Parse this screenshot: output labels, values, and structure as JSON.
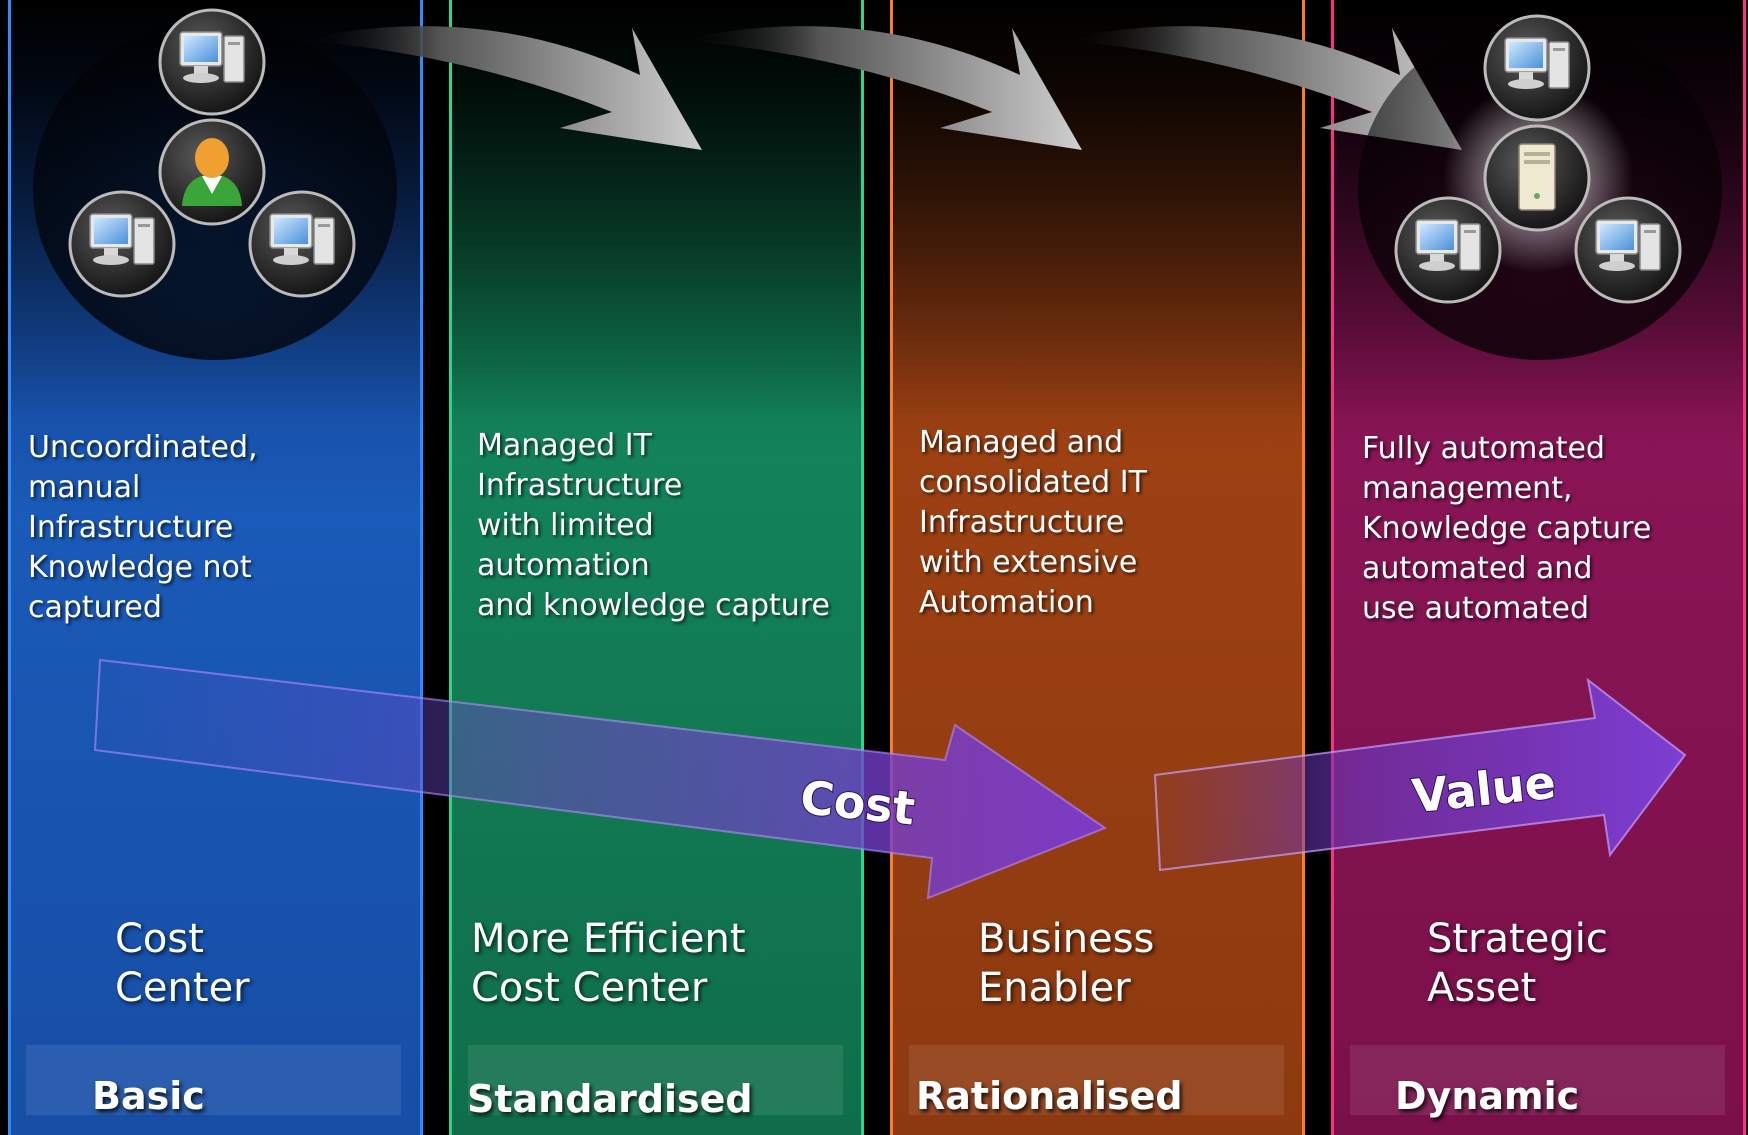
{
  "stages": [
    {
      "id": "basic",
      "description": "Uncoordinated,\nmanual\nInfrastructure\nKnowledge not\ncaptured",
      "role": "Cost\nCenter",
      "level": "Basic",
      "border_color": "#2f8cff"
    },
    {
      "id": "standardised",
      "description": "Managed IT\nInfrastructure\nwith limited\n automation\nand knowledge capture",
      "role": "More Efficient\nCost Center",
      "level": "Standardised",
      "border_color": "#2fd38a"
    },
    {
      "id": "rationalised",
      "description": "Managed and\nconsolidated IT\n Infrastructure\nwith extensive\nAutomation",
      "role": "Business\nEnabler",
      "level": "Rationalised",
      "border_color": "#ff7b2a"
    },
    {
      "id": "dynamic",
      "description": "Fully automated\nmanagement,\nKnowledge capture\nautomated and\nuse automated",
      "role": "Strategic\nAsset",
      "level": "Dynamic",
      "border_color": "#ff2f88"
    }
  ],
  "arrows": {
    "cost_label": "Cost",
    "value_label": "Value",
    "color": "#7b3fd0"
  },
  "icons": {
    "left_cluster": [
      "computer-icon",
      "user-icon",
      "computer-icon",
      "computer-icon"
    ],
    "right_cluster": [
      "computer-icon",
      "server-icon",
      "computer-icon",
      "computer-icon"
    ]
  }
}
